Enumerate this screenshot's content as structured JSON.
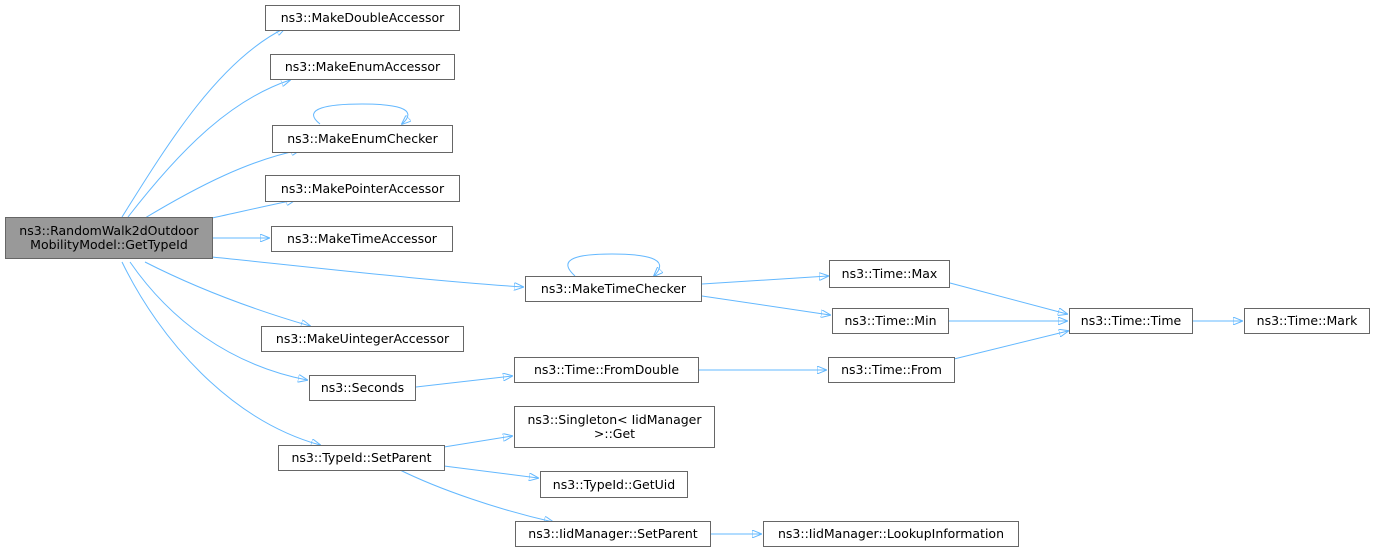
{
  "colors": {
    "edge": "#63b8ff",
    "node_border": "#666666",
    "root_fill": "#999999",
    "node_fill": "#ffffff"
  },
  "nodes": {
    "root": "ns3::RandomWalk2dOutdoor\nMobilityModel::GetTypeId",
    "make_double_accessor": "ns3::MakeDoubleAccessor",
    "make_enum_accessor": "ns3::MakeEnumAccessor",
    "make_enum_checker": "ns3::MakeEnumChecker",
    "make_pointer_accessor": "ns3::MakePointerAccessor",
    "make_time_accessor": "ns3::MakeTimeAccessor",
    "make_time_checker": "ns3::MakeTimeChecker",
    "make_uinteger_accessor": "ns3::MakeUintegerAccessor",
    "seconds": "ns3::Seconds",
    "typeid_set_parent": "ns3::TypeId::SetParent",
    "time_max": "ns3::Time::Max",
    "time_min": "ns3::Time::Min",
    "time_time": "ns3::Time::Time",
    "time_mark": "ns3::Time::Mark",
    "time_from_double": "ns3::Time::FromDouble",
    "time_from": "ns3::Time::From",
    "singleton_get": "ns3::Singleton< IidManager\n>::Get",
    "typeid_get_uid": "ns3::TypeId::GetUid",
    "iidmanager_set_parent": "ns3::IidManager::SetParent",
    "iidmanager_lookup_information": "ns3::IidManager::LookupInformation"
  }
}
